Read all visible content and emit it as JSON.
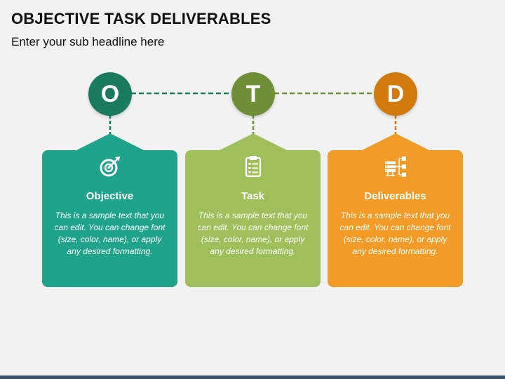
{
  "header": {
    "title": "OBJECTIVE TASK DELIVERABLES",
    "subtitle": "Enter your sub headline here"
  },
  "steps": [
    {
      "letter": "O",
      "label": "Objective",
      "text": "This is a sample text that you can edit. You can change font (size, color, name), or apply any desired formatting.",
      "icon": "target-icon",
      "circle_color": "#1a7a5e",
      "card_color": "#1fa38a"
    },
    {
      "letter": "T",
      "label": "Task",
      "text": "This is a sample text that you can edit. You can change font (size, color, name), or apply any desired formatting.",
      "icon": "clipboard-checklist-icon",
      "circle_color": "#6e8f36",
      "card_color": "#9ebf5a"
    },
    {
      "letter": "D",
      "label": "Deliverables",
      "text": "This is a sample text that you can edit. You can change font (size, color, name), or apply any desired formatting.",
      "icon": "server-network-icon",
      "circle_color": "#d37a0c",
      "card_color": "#f29b26"
    }
  ],
  "colors": {
    "background": "#f2f2f2",
    "bottom_bar": "#3f5368"
  }
}
